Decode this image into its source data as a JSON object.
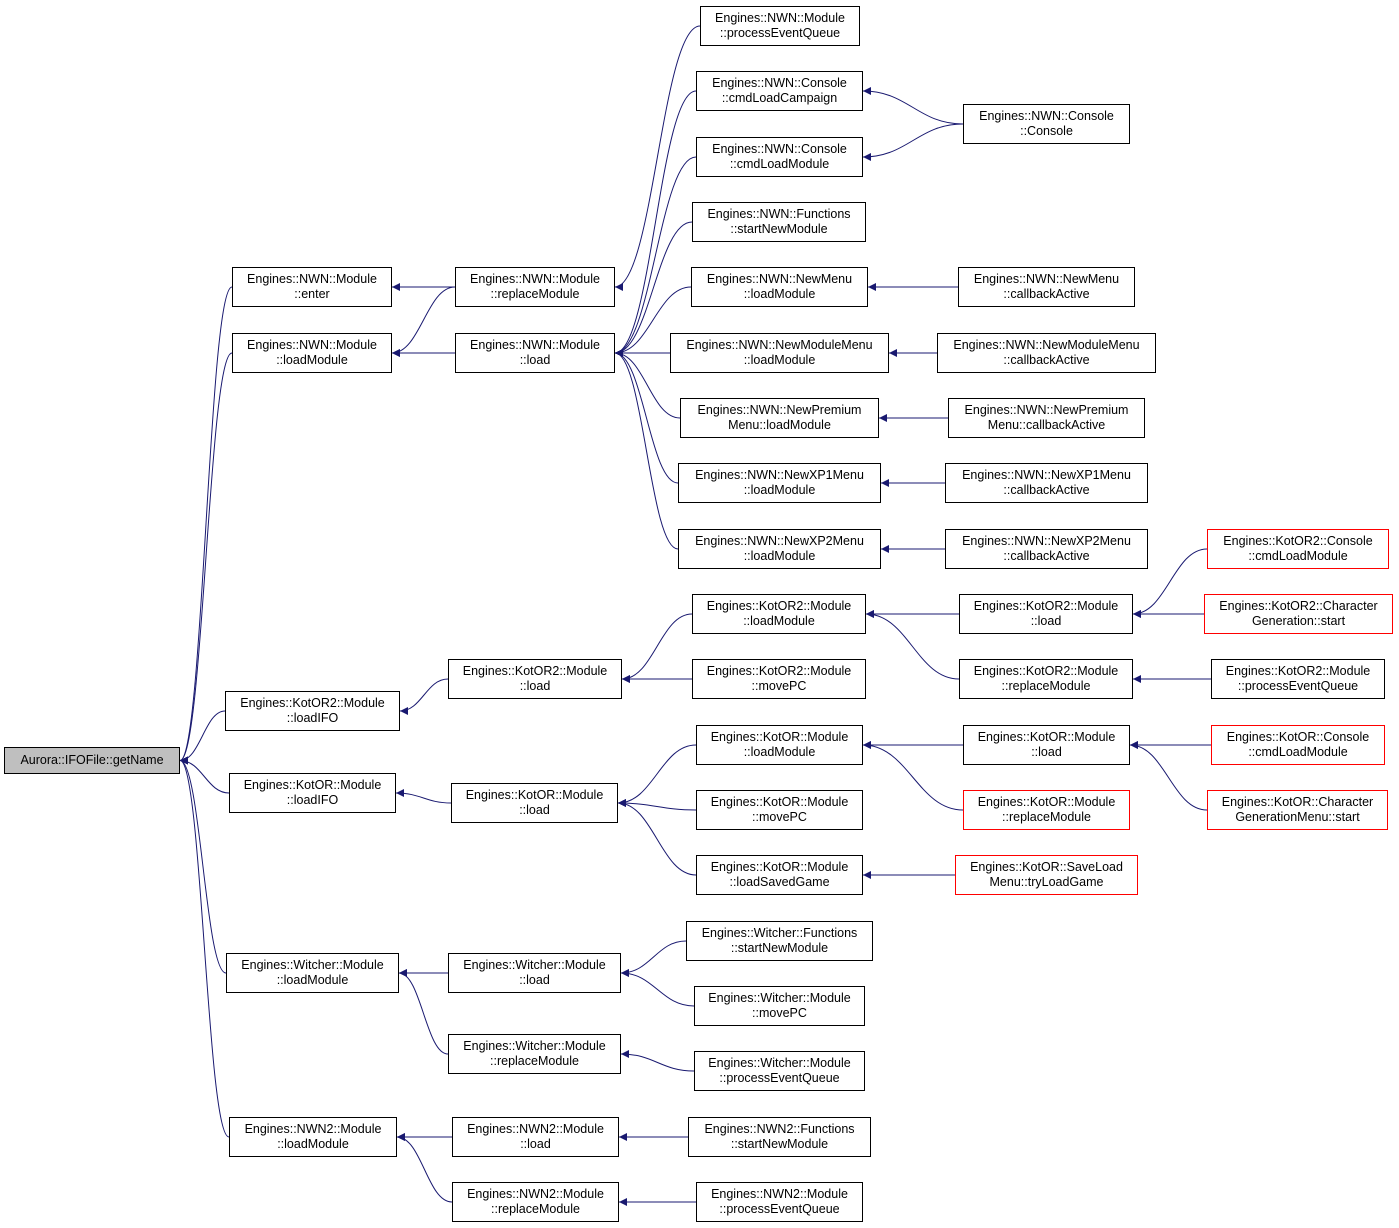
{
  "colors": {
    "edge": "#191970",
    "border": "#000000",
    "incomplete_border": "#ff0000",
    "focus_fill": "#bfbfbf",
    "background": "#ffffff"
  },
  "nodes": [
    {
      "id": "n0",
      "lines": [
        "Aurora::IFOFile::getName"
      ],
      "focus": true
    },
    {
      "id": "n1",
      "lines": [
        "Engines::NWN::Module",
        "::enter"
      ]
    },
    {
      "id": "n2",
      "lines": [
        "Engines::NWN::Module",
        "::loadModule"
      ]
    },
    {
      "id": "n3",
      "lines": [
        "Engines::KotOR2::Module",
        "::loadIFO"
      ]
    },
    {
      "id": "n4",
      "lines": [
        "Engines::KotOR::Module",
        "::loadIFO"
      ]
    },
    {
      "id": "n5",
      "lines": [
        "Engines::Witcher::Module",
        "::loadModule"
      ]
    },
    {
      "id": "n6",
      "lines": [
        "Engines::NWN2::Module",
        "::loadModule"
      ]
    },
    {
      "id": "n7",
      "lines": [
        "Engines::NWN::Module",
        "::replaceModule"
      ]
    },
    {
      "id": "n8",
      "lines": [
        "Engines::NWN::Module",
        "::load"
      ]
    },
    {
      "id": "n9",
      "lines": [
        "Engines::KotOR2::Module",
        "::load"
      ]
    },
    {
      "id": "n10",
      "lines": [
        "Engines::KotOR::Module",
        "::load"
      ]
    },
    {
      "id": "n11",
      "lines": [
        "Engines::Witcher::Module",
        "::load"
      ]
    },
    {
      "id": "n12",
      "lines": [
        "Engines::Witcher::Module",
        "::replaceModule"
      ]
    },
    {
      "id": "n13",
      "lines": [
        "Engines::NWN2::Module",
        "::load"
      ]
    },
    {
      "id": "n14",
      "lines": [
        "Engines::NWN2::Module",
        "::replaceModule"
      ]
    },
    {
      "id": "n15",
      "lines": [
        "Engines::NWN::Module",
        "::processEventQueue"
      ]
    },
    {
      "id": "n16",
      "lines": [
        "Engines::NWN::Console",
        "::cmdLoadCampaign"
      ]
    },
    {
      "id": "n17",
      "lines": [
        "Engines::NWN::Console",
        "::cmdLoadModule"
      ]
    },
    {
      "id": "n18",
      "lines": [
        "Engines::NWN::Functions",
        "::startNewModule"
      ]
    },
    {
      "id": "n19",
      "lines": [
        "Engines::NWN::NewMenu",
        "::loadModule"
      ]
    },
    {
      "id": "n20",
      "lines": [
        "Engines::NWN::NewModuleMenu",
        "::loadModule"
      ]
    },
    {
      "id": "n21",
      "lines": [
        "Engines::NWN::NewPremium",
        "Menu::loadModule"
      ]
    },
    {
      "id": "n22",
      "lines": [
        "Engines::NWN::NewXP1Menu",
        "::loadModule"
      ]
    },
    {
      "id": "n23",
      "lines": [
        "Engines::NWN::NewXP2Menu",
        "::loadModule"
      ]
    },
    {
      "id": "n24",
      "lines": [
        "Engines::KotOR2::Module",
        "::loadModule"
      ]
    },
    {
      "id": "n25",
      "lines": [
        "Engines::KotOR2::Module",
        "::movePC"
      ]
    },
    {
      "id": "n26",
      "lines": [
        "Engines::KotOR::Module",
        "::loadModule"
      ]
    },
    {
      "id": "n27",
      "lines": [
        "Engines::KotOR::Module",
        "::movePC"
      ]
    },
    {
      "id": "n28",
      "lines": [
        "Engines::KotOR::Module",
        "::loadSavedGame"
      ]
    },
    {
      "id": "n29",
      "lines": [
        "Engines::Witcher::Functions",
        "::startNewModule"
      ]
    },
    {
      "id": "n30",
      "lines": [
        "Engines::Witcher::Module",
        "::movePC"
      ]
    },
    {
      "id": "n31",
      "lines": [
        "Engines::Witcher::Module",
        "::processEventQueue"
      ]
    },
    {
      "id": "n32",
      "lines": [
        "Engines::NWN2::Functions",
        "::startNewModule"
      ]
    },
    {
      "id": "n33",
      "lines": [
        "Engines::NWN2::Module",
        "::processEventQueue"
      ]
    },
    {
      "id": "n34",
      "lines": [
        "Engines::NWN::Console",
        "::Console"
      ]
    },
    {
      "id": "n35",
      "lines": [
        "Engines::NWN::NewMenu",
        "::callbackActive"
      ]
    },
    {
      "id": "n36",
      "lines": [
        "Engines::NWN::NewModuleMenu",
        "::callbackActive"
      ]
    },
    {
      "id": "n37",
      "lines": [
        "Engines::NWN::NewPremium",
        "Menu::callbackActive"
      ]
    },
    {
      "id": "n38",
      "lines": [
        "Engines::NWN::NewXP1Menu",
        "::callbackActive"
      ]
    },
    {
      "id": "n39",
      "lines": [
        "Engines::NWN::NewXP2Menu",
        "::callbackActive"
      ]
    },
    {
      "id": "n40",
      "lines": [
        "Engines::KotOR2::Module",
        "::load"
      ]
    },
    {
      "id": "n41",
      "lines": [
        "Engines::KotOR2::Module",
        "::replaceModule"
      ]
    },
    {
      "id": "n42",
      "lines": [
        "Engines::KotOR::Module",
        "::load"
      ]
    },
    {
      "id": "n43",
      "lines": [
        "Engines::KotOR::Module",
        "::replaceModule"
      ],
      "incomplete": true
    },
    {
      "id": "n44",
      "lines": [
        "Engines::KotOR::SaveLoad",
        "Menu::tryLoadGame"
      ],
      "incomplete": true
    },
    {
      "id": "n45",
      "lines": [
        "Engines::KotOR2::Console",
        "::cmdLoadModule"
      ],
      "incomplete": true
    },
    {
      "id": "n46",
      "lines": [
        "Engines::KotOR2::Character",
        "Generation::start"
      ],
      "incomplete": true
    },
    {
      "id": "n47",
      "lines": [
        "Engines::KotOR2::Module",
        "::processEventQueue"
      ]
    },
    {
      "id": "n48",
      "lines": [
        "Engines::KotOR::Console",
        "::cmdLoadModule"
      ],
      "incomplete": true
    },
    {
      "id": "n49",
      "lines": [
        "Engines::KotOR::Character",
        "GenerationMenu::start"
      ],
      "incomplete": true
    }
  ],
  "edges": [
    [
      "n1",
      "n0"
    ],
    [
      "n2",
      "n0"
    ],
    [
      "n3",
      "n0"
    ],
    [
      "n4",
      "n0"
    ],
    [
      "n5",
      "n0"
    ],
    [
      "n6",
      "n0"
    ],
    [
      "n7",
      "n1"
    ],
    [
      "n7",
      "n2"
    ],
    [
      "n8",
      "n2"
    ],
    [
      "n9",
      "n3"
    ],
    [
      "n10",
      "n4"
    ],
    [
      "n11",
      "n5"
    ],
    [
      "n12",
      "n5"
    ],
    [
      "n13",
      "n6"
    ],
    [
      "n14",
      "n6"
    ],
    [
      "n15",
      "n7"
    ],
    [
      "n16",
      "n8"
    ],
    [
      "n17",
      "n8"
    ],
    [
      "n18",
      "n8"
    ],
    [
      "n19",
      "n8"
    ],
    [
      "n20",
      "n8"
    ],
    [
      "n21",
      "n8"
    ],
    [
      "n22",
      "n8"
    ],
    [
      "n23",
      "n8"
    ],
    [
      "n24",
      "n9"
    ],
    [
      "n25",
      "n9"
    ],
    [
      "n26",
      "n10"
    ],
    [
      "n27",
      "n10"
    ],
    [
      "n28",
      "n10"
    ],
    [
      "n29",
      "n11"
    ],
    [
      "n30",
      "n11"
    ],
    [
      "n31",
      "n12"
    ],
    [
      "n32",
      "n13"
    ],
    [
      "n33",
      "n14"
    ],
    [
      "n34",
      "n16"
    ],
    [
      "n34",
      "n17"
    ],
    [
      "n35",
      "n19"
    ],
    [
      "n36",
      "n20"
    ],
    [
      "n37",
      "n21"
    ],
    [
      "n38",
      "n22"
    ],
    [
      "n39",
      "n23"
    ],
    [
      "n40",
      "n24"
    ],
    [
      "n41",
      "n24"
    ],
    [
      "n42",
      "n26"
    ],
    [
      "n43",
      "n26"
    ],
    [
      "n44",
      "n28"
    ],
    [
      "n45",
      "n40"
    ],
    [
      "n46",
      "n40"
    ],
    [
      "n47",
      "n41"
    ],
    [
      "n48",
      "n42"
    ],
    [
      "n49",
      "n42"
    ]
  ]
}
